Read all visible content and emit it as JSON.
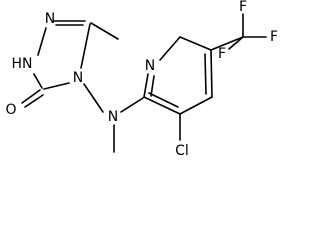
{
  "structure": {
    "atom_labels": {
      "hn": "HN",
      "n_triazole_top": "N",
      "n_triazole_center": "N",
      "o_carbonyl": "O",
      "n_amine": "N",
      "n_pyridine": "N",
      "cl": "Cl",
      "f_top": "F",
      "f_left": "F",
      "f_right": "F"
    },
    "colors": {
      "line": "#000000",
      "text": "#000000",
      "background": "#ffffff"
    }
  }
}
